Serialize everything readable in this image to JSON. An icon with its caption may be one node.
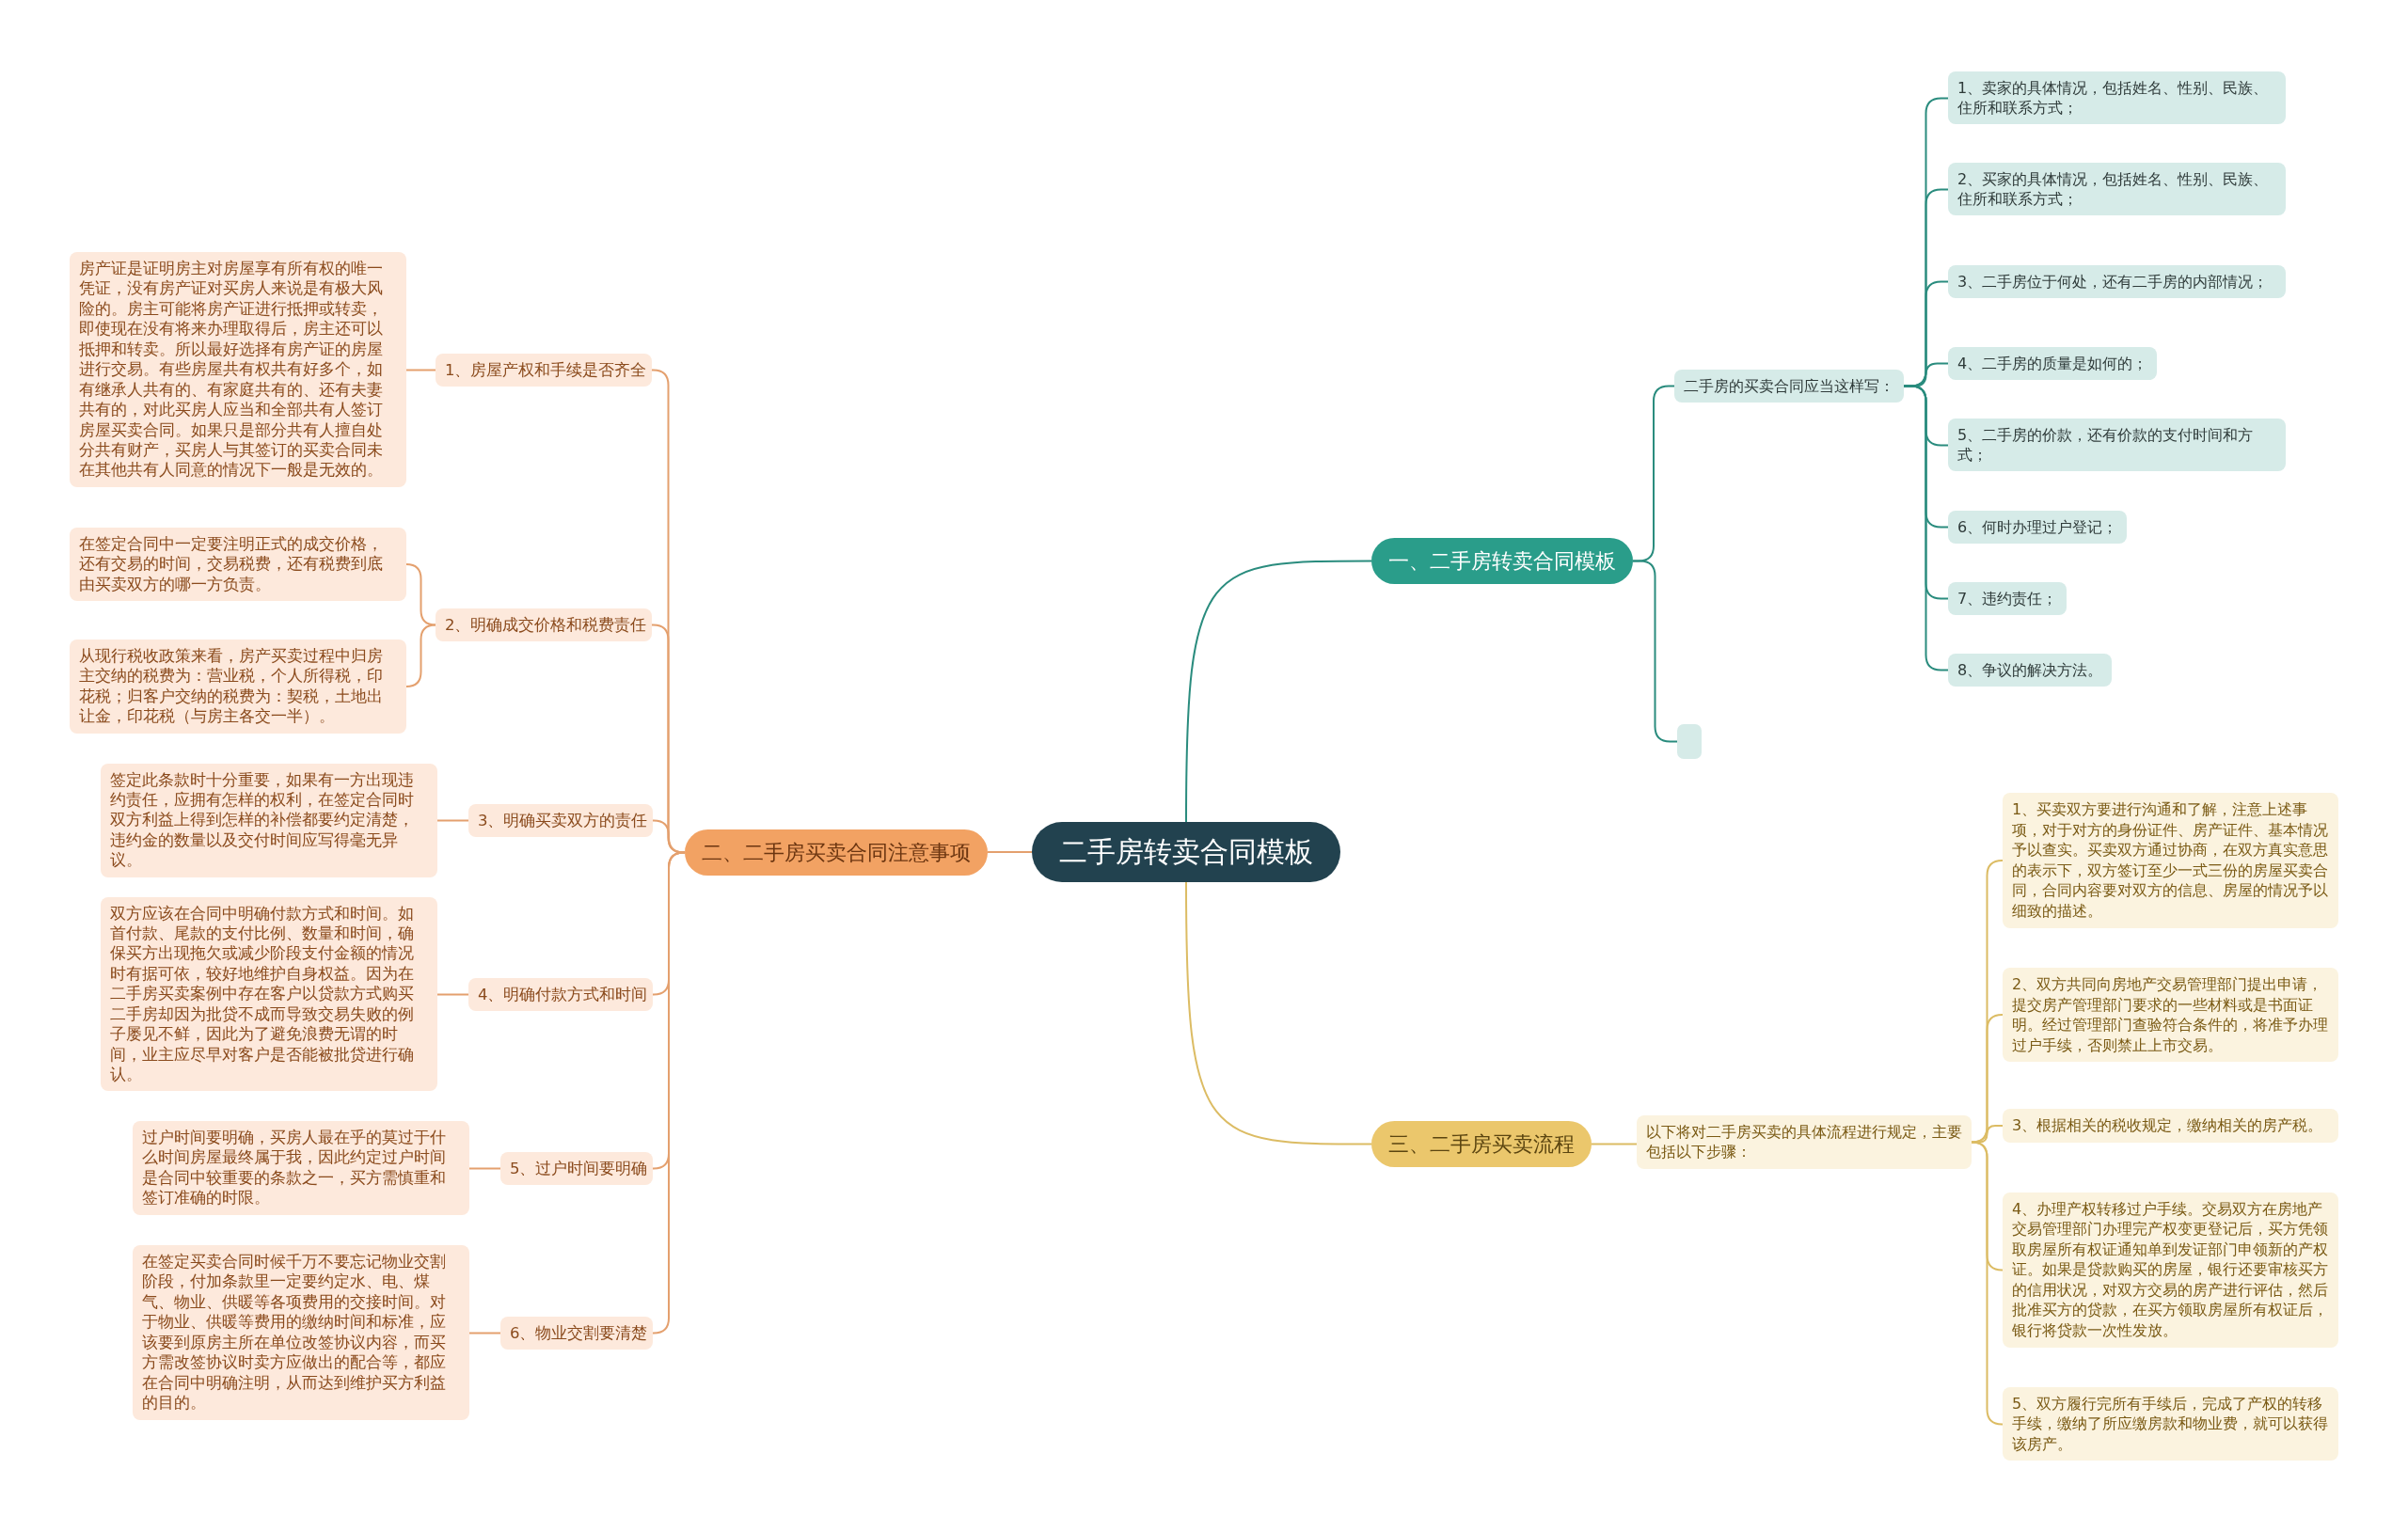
{
  "diagram": {
    "nodes": [
      {
        "text": [
          "二手房转卖合同模板"
        ]
      },
      {
        "text": [
          "一、二手房转卖合同模板"
        ]
      },
      {
        "text": [
          "二手房的买卖合同应当这样写："
        ]
      },
      {
        "text": [
          "1、卖家的具体情况，包括姓名、性别、民族、住所和联系方式；"
        ]
      },
      {
        "text": [
          "2、买家的具体情况，包括姓名、性别、民族、住所和联系方式；"
        ]
      },
      {
        "text": [
          "3、二手房位于何处，还有二手房的内部情况；"
        ]
      },
      {
        "text": [
          "4、二手房的质量是如何的；"
        ]
      },
      {
        "text": [
          "5、二手房的价款，还有价款的支付时间和方式；"
        ]
      },
      {
        "text": [
          "6、何时办理过户登记；"
        ]
      },
      {
        "text": [
          "7、违约责任；"
        ]
      },
      {
        "text": [
          "8、争议的解决方法。"
        ]
      },
      {
        "text": [],
        "shape": "box"
      },
      {
        "text": [
          "二、二手房买卖合同注意事项"
        ]
      },
      {
        "text": [
          "1、房屋产权和手续是否齐全"
        ]
      },
      {
        "text": [
          "房产证是证明房主对房屋享有所有权的唯一凭证，没有房产证对买房人来说是有极大风险的。房主可能将房产证进行抵押或转卖，即使现在没有将来办理取得后，房主还可以抵押和转卖。所以最好选择有房产证的房屋进行交易。有些房屋共有权共有好多个，如有继承人共有的、有家庭共有的、还有夫妻共有的，对此买房人应当和全部共有人签订房屋买卖合同。如果只是部分共有人擅自处分共有财产，买房人与其签订的买卖合同未在其他共有人同意的情况下一般是无效的。"
        ]
      },
      {
        "text": [
          "2、明确成交价格和税费责任"
        ]
      },
      {
        "text": [
          "在签定合同中一定要注明正式的成交价格，还有交易的时间，交易税费，还有税费到底由买卖双方的哪一方负责。"
        ]
      },
      {
        "text": [
          "从现行税收政策来看，房产买卖过程中归房主交纳的税费为：营业税，个人所得税，印花税；归客户交纳的税费为：契税，土地出让金，印花税（与房主各交一半）。"
        ]
      },
      {
        "text": [
          "3、明确买卖双方的责任"
        ]
      },
      {
        "text": [
          "签定此条款时十分重要，如果有一方出现违约责任，应拥有怎样的权利，在签定合同时双方利益上得到怎样的补偿都要约定清楚，违约金的数量以及交付时间应写得毫无异议。"
        ]
      },
      {
        "text": [
          "4、明确付款方式和时间"
        ]
      },
      {
        "text": [
          "双方应该在合同中明确付款方式和时间。如首付款、尾款的支付比例、数量和时间，确保买方出现拖欠或减少阶段支付金额的情况时有据可依，较好地维护自身权益。因为在二手房买卖案例中存在客户以贷款方式购买二手房却因为批贷不成而导致交易失败的例子屡见不鲜，因此为了避免浪费无谓的时间，业主应尽早对客户是否能被批贷进行确认。"
        ]
      },
      {
        "text": [
          "5、过户时间要明确"
        ]
      },
      {
        "text": [
          "过户时间要明确，买房人最在乎的莫过于什么时间房屋最终属于我，因此约定过户时间是合同中较重要的条款之一，买方需慎重和签订准确的时限。"
        ]
      },
      {
        "text": [
          "6、物业交割要清楚"
        ]
      },
      {
        "text": [
          "在签定买卖合同时候千万不要忘记物业交割阶段，付加条款里一定要约定水、电、煤气、物业、供暖等各项费用的交接时间。对于物业、供暖等费用的缴纳时间和标准，应该要到原房主所在单位改签协议内容，而买方需改签协议时卖方应做出的配合等，都应在合同中明确注明，从而达到维护买方利益的目的。"
        ]
      },
      {
        "text": [
          "三、二手房买卖流程"
        ]
      },
      {
        "text": [
          "以下将对二手房买卖的具体流程进行规定，主要包括以下步骤："
        ]
      },
      {
        "text": [
          "1、买卖双方要进行沟通和了解，注意上述事项，对于对方的身份证件、房产证件、基本情况予以查实。买卖双方通过协商，在双方真实意思的表示下，双方签订至少一式三份的房屋买卖合同，合同内容要对双方的信息、房屋的情况予以细致的描述。"
        ]
      },
      {
        "text": [
          "2、双方共同向房地产交易管理部门提出申请，提交房产管理部门要求的一些材料或是书面证明。经过管理部门查验符合条件的，将准予办理过户手续，否则禁止上市交易。"
        ]
      },
      {
        "text": [
          "3、根据相关的税收规定，缴纳相关的房产税。"
        ]
      },
      {
        "text": [
          "4、办理产权转移过户手续。交易双方在房地产交易管理部门办理完产权变更登记后，买方凭领取房屋所有权证通知单到发证部门申领新的产权证。如果是贷款购买的房屋，银行还要审核买方的信用状况，对双方交易的房产进行评估，然后批准买方的贷款，在买方领取房屋所有权证后，银行将贷款一次性发放。"
        ]
      },
      {
        "text": [
          "5、双方履行完所有手续后，完成了产权的转移手续，缴纳了所应缴房款和物业费，就可以获得该房产。"
        ]
      }
    ],
    "edges": [
      {
        "from": 0,
        "to": 1,
        "arrow": "none",
        "color": "#2a8c7e"
      },
      {
        "from": 1,
        "to": 2,
        "arrow": "none",
        "color": "#2a8c7e"
      },
      {
        "from": 1,
        "to": 11,
        "arrow": "none",
        "color": "#2a8c7e"
      },
      {
        "from": 2,
        "to": 3,
        "arrow": "none",
        "color": "#2a8c7e"
      },
      {
        "from": 2,
        "to": 4,
        "arrow": "none",
        "color": "#2a8c7e"
      },
      {
        "from": 2,
        "to": 5,
        "arrow": "none",
        "color": "#2a8c7e"
      },
      {
        "from": 2,
        "to": 6,
        "arrow": "none",
        "color": "#2a8c7e"
      },
      {
        "from": 2,
        "to": 7,
        "arrow": "none",
        "color": "#2a8c7e"
      },
      {
        "from": 2,
        "to": 8,
        "arrow": "none",
        "color": "#2a8c7e"
      },
      {
        "from": 2,
        "to": 9,
        "arrow": "none",
        "color": "#2a8c7e"
      },
      {
        "from": 2,
        "to": 10,
        "arrow": "none",
        "color": "#2a8c7e"
      },
      {
        "from": 0,
        "to": 12,
        "arrow": "none"
      },
      {
        "from": 12,
        "to": 13,
        "arrow": "none"
      },
      {
        "from": 13,
        "to": 14,
        "arrow": "none"
      },
      {
        "from": 12,
        "to": 15,
        "arrow": "none"
      },
      {
        "from": 15,
        "to": 16,
        "arrow": "none"
      },
      {
        "from": 15,
        "to": 17,
        "arrow": "none"
      },
      {
        "from": 12,
        "to": 18,
        "arrow": "none"
      },
      {
        "from": 18,
        "to": 19,
        "arrow": "none"
      },
      {
        "from": 12,
        "to": 20,
        "arrow": "none"
      },
      {
        "from": 20,
        "to": 21,
        "arrow": "none"
      },
      {
        "from": 12,
        "to": 22,
        "arrow": "none"
      },
      {
        "from": 22,
        "to": 23,
        "arrow": "none"
      },
      {
        "from": 12,
        "to": 24,
        "arrow": "none"
      },
      {
        "from": 24,
        "to": 25,
        "arrow": "none"
      },
      {
        "from": 0,
        "to": 26,
        "arrow": "none",
        "color": "#dcbc64"
      },
      {
        "from": 26,
        "to": 27,
        "arrow": "none",
        "color": "#dcbc64"
      },
      {
        "from": 27,
        "to": 28,
        "arrow": "none",
        "color": "#dcbc64"
      },
      {
        "from": 27,
        "to": 29,
        "arrow": "none",
        "color": "#dcbc64"
      },
      {
        "from": 27,
        "to": 30,
        "arrow": "none",
        "color": "#dcbc64"
      },
      {
        "from": 27,
        "to": 31,
        "arrow": "none",
        "color": "#dcbc64"
      },
      {
        "from": 27,
        "to": 32,
        "arrow": "none",
        "color": "#dcbc64"
      }
    ]
  }
}
